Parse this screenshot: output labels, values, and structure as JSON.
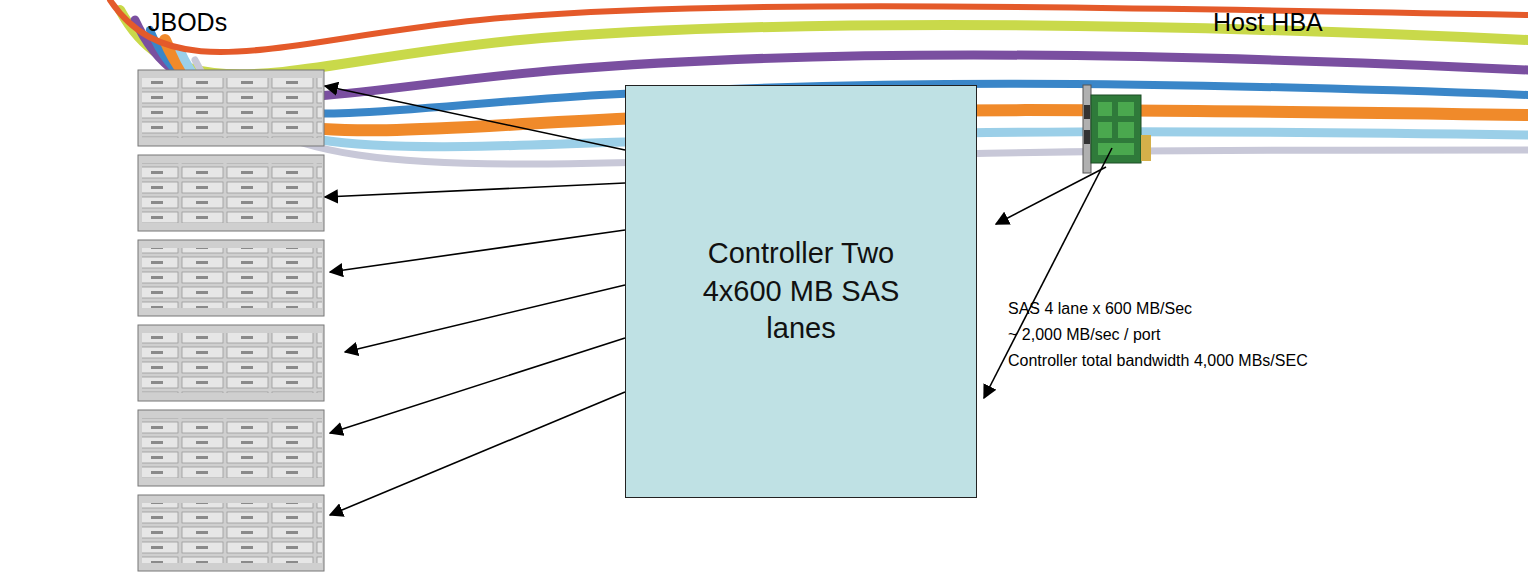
{
  "diagram": {
    "nodes": [
      {
        "text": [
          "Controller Two 4x600 MB SAS lanes"
        ]
      }
    ],
    "labels": [
      "JBODs",
      "Host HBA",
      "SAS 4 lane x 600 MB/Sec",
      "~ 2,000 MB/sec / port",
      "Controller total bandwidth 4,000 MBs/SEC"
    ]
  }
}
